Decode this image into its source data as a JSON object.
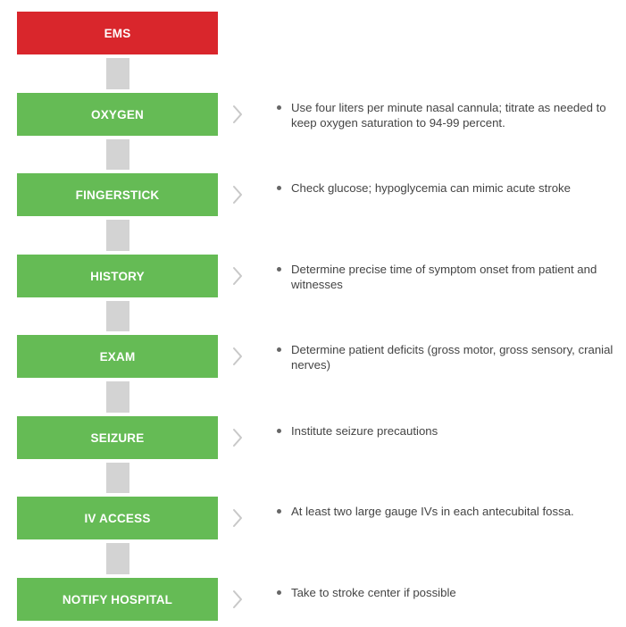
{
  "colors": {
    "header": "#d9262c",
    "step": "#65bb55",
    "connector": "#d3d3d3",
    "chevron": "#c8c8c8",
    "text": "#444444"
  },
  "header": {
    "label": "EMS"
  },
  "steps": [
    {
      "label": "OXYGEN",
      "note": "Use four liters per minute nasal cannula; titrate as needed to keep oxygen saturation to 94-99 percent."
    },
    {
      "label": "FINGERSTICK",
      "note": "Check glucose; hypoglycemia can mimic acute stroke"
    },
    {
      "label": "HISTORY",
      "note": "Determine precise time of symptom onset from patient and witnesses"
    },
    {
      "label": "EXAM",
      "note": "Determine patient deficits (gross motor, gross sensory, cranial nerves)"
    },
    {
      "label": "SEIZURE",
      "note": "Institute seizure precautions"
    },
    {
      "label": "IV ACCESS",
      "note": "At least two large gauge IVs in each antecubital fossa."
    },
    {
      "label": "NOTIFY HOSPITAL",
      "note": "Take to stroke center if possible"
    }
  ]
}
